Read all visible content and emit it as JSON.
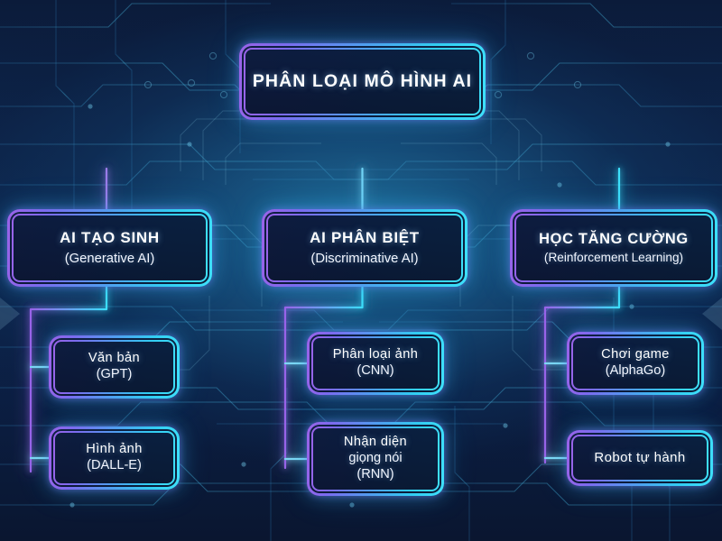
{
  "diagram": {
    "title": "PHÂN LOẠI MÔ HÌNH AI",
    "root": {
      "label": "PHÂN LOẠI MÔ HÌNH AI",
      "sub": ""
    },
    "branches": [
      {
        "id": "generative",
        "label": "AI TẠO SINH",
        "sub": "(Generative AI)",
        "children": [
          {
            "id": "text",
            "label": "Văn bản",
            "sub": "(GPT)"
          },
          {
            "id": "image",
            "label": "Hình ảnh",
            "sub": "(DALL-E)"
          }
        ]
      },
      {
        "id": "discriminative",
        "label": "AI PHÂN BIỆT",
        "sub": "(Discriminative AI)",
        "children": [
          {
            "id": "imgcls",
            "label": "Phân loại ảnh",
            "sub": "(CNN)"
          },
          {
            "id": "speech",
            "label": "Nhận diện",
            "mid": "giọng nói",
            "sub": "(RNN)"
          }
        ]
      },
      {
        "id": "reinforcement",
        "label": "HỌC TĂNG CƯỜNG",
        "sub": "(Reinforcement Learning)",
        "children": [
          {
            "id": "game",
            "label": "Chơi game",
            "sub": "(AlphaGo)"
          },
          {
            "id": "robot",
            "label": "Robot tự hành",
            "sub": ""
          }
        ]
      }
    ]
  },
  "colors": {
    "neon_purple": "#9a63e8",
    "neon_violet": "#7b6bef",
    "neon_blue": "#4f9ff0",
    "neon_cyan": "#32cdf2",
    "neon_cyan_bright": "#3ee0fb",
    "background_dark": "#0a1630",
    "background_mid": "#0e2b55",
    "glow_teal": "#2074a0",
    "text_primary": "#ffffff"
  }
}
